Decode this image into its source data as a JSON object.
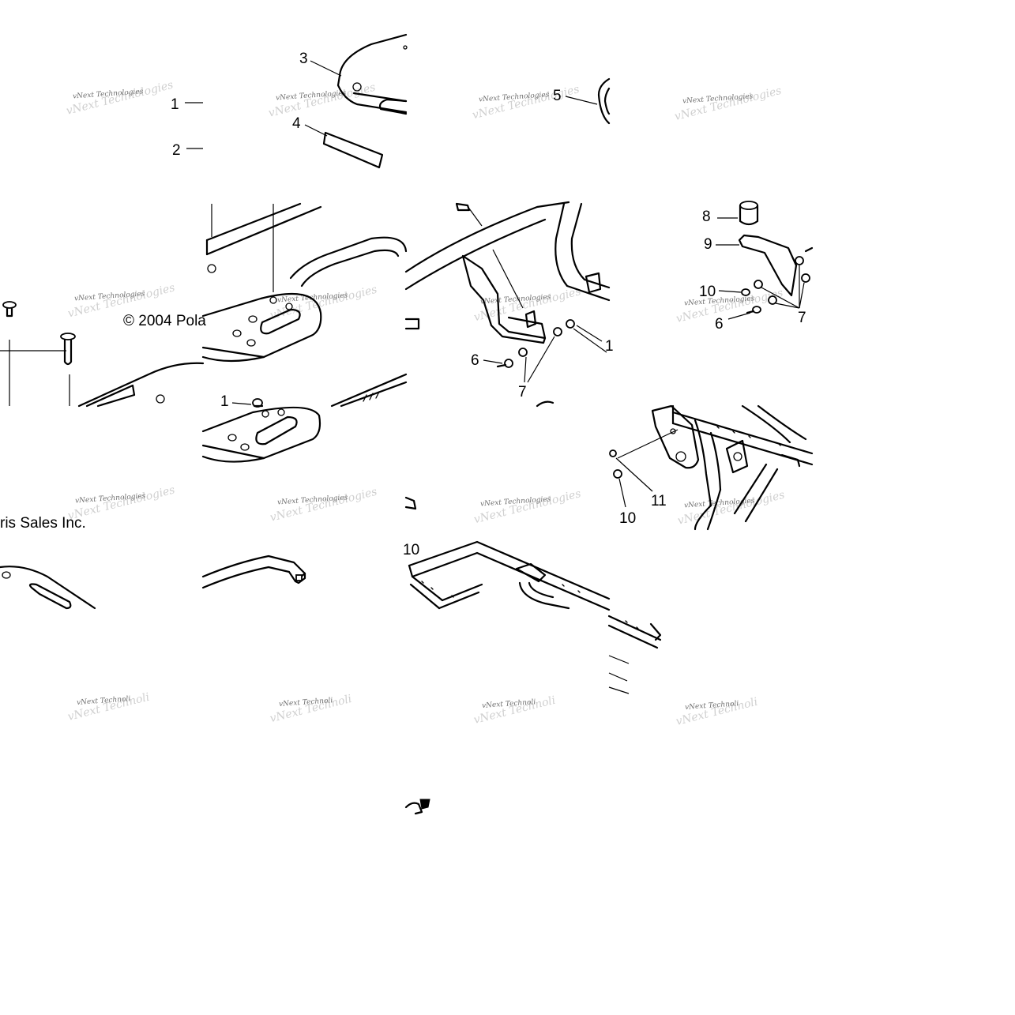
{
  "watermark": {
    "text": "vNext Technologies",
    "truncated_text": "vNext Technoli"
  },
  "copyright": {
    "fragment_left": "© 2004 Pola",
    "fragment_right": "ris Sales Inc."
  },
  "callouts": {
    "c1a": "1",
    "c2": "2",
    "c3": "3",
    "c4": "4",
    "c5": "5",
    "c8": "8",
    "c9": "9",
    "c10a": "10",
    "c6a": "6",
    "c7a": "7",
    "c1b": "1",
    "c6b": "6",
    "c7b": "7",
    "c1c": "1",
    "c11": "11",
    "c10b": "10",
    "c10c": "10"
  }
}
